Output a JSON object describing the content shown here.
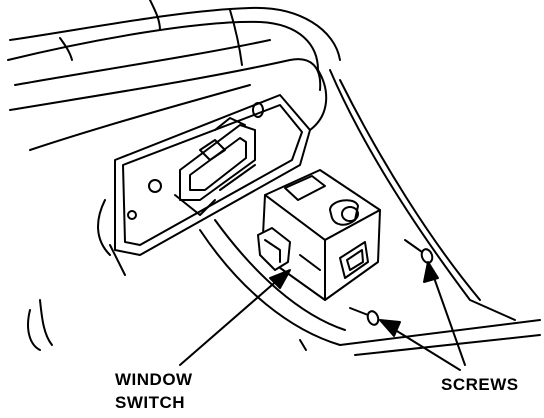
{
  "labels": {
    "window_switch_line1": "WINDOW",
    "window_switch_line2": "SWITCH",
    "screws": "SCREWS"
  },
  "colors": {
    "line": "#000000",
    "background": "#ffffff"
  }
}
